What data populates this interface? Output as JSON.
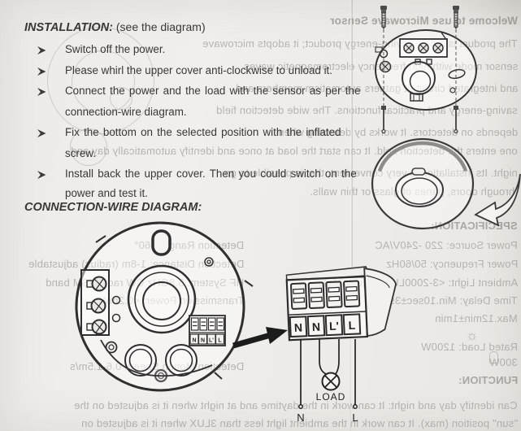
{
  "installation": {
    "heading": "INSTALLATION:",
    "heading_note": "(see the diagram)",
    "bullets": [
      {
        "lines": [
          "Switch off the power."
        ]
      },
      {
        "lines": [
          "Please whirl the upper cover anti-clockwise to unload it."
        ]
      },
      {
        "lines": [
          "Connect the power and the load with the sensor as per the",
          "connection-wire diagram."
        ]
      },
      {
        "lines": [
          "Fix the bottom on the selected position with the inflated",
          "screw."
        ]
      },
      {
        "lines": [
          "Install back the upper cover. Then you could switch on the",
          "power and test it."
        ]
      }
    ]
  },
  "wire_diagram": {
    "heading": "CONNECTION-WIRE DIAGRAM:",
    "terminal_labels": {
      "t1": "N",
      "t2": "N",
      "t3": "L'",
      "t4": "L"
    },
    "mini_terminal_labels": {
      "t1": "N",
      "t2": "N",
      "t3": "L'",
      "t4": "L"
    },
    "load_label": "LOAD",
    "wire_end_n": "N",
    "wire_end_l": "L"
  },
  "icons": {
    "bullet_marker": "right-arrowhead",
    "load_symbol": "circle-x-lamp",
    "rotation_arrow": "curved-anticlockwise-arrow",
    "connector_arrow": "thick-right-arrow",
    "screws": "mounting-screws",
    "ghost_sun": "☼"
  },
  "ghost_bleedthrough": {
    "intro": [
      "Welcome to use Microwave Sensor",
      "The product is a new saving-energy product; it adopts microwave",
      "sensor mode with high frequency electromagnetic waves",
      "and integrated circuit. It gathers automatism members and",
      "saving-energy and practical functions. The wide detection field",
      "depends on detectors. It works by detecting when",
      "one enters the detection field. It can start the load at once and identify automatically day and",
      "night. Its installation is very convenient, that is possible to go",
      "through doors, panes of glass or thin walls."
    ],
    "spec": [
      "SPECIFICATION:",
      "Power Source: 220 -240V/AC",
      "Power Frequency: 50/60Hz",
      "Ambient Light: <3-2000LUX (adjustable)",
      "Time Delay: Min.10sec±3sec",
      "Max.12min±1min",
      "Rated Load: 1200W",
      "300W",
      "FUNCTION:"
    ],
    "spec_right": [
      "Detection Range: 360°",
      "Detection Distance: 1-8m (radius) adjustable",
      "HF System: 5.8GHz CW radar, ISM band",
      "Transmission Power: <0.2mW",
      "Detection Motion Speed: 0.6-1.5m/s"
    ],
    "function_lines": [
      "Can identify day and night: It can work in the daytime and at night when it is adjusted on the",
      "\"sun\" position (max). It can work in the ambient light less than 3LUX when it is adjusted on"
    ]
  }
}
